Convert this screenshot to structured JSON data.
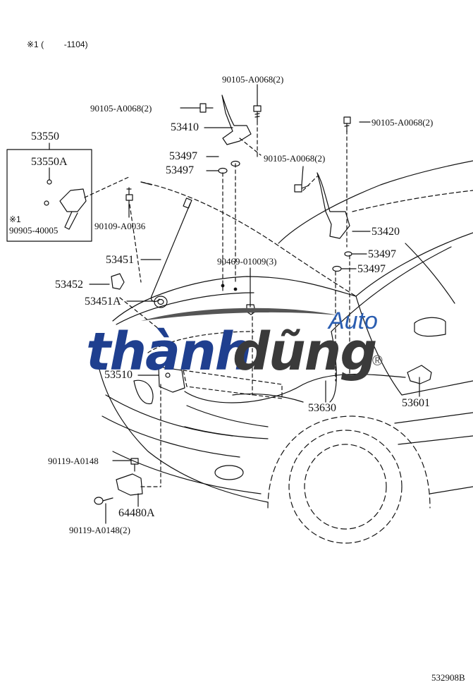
{
  "note": {
    "mark": "※1",
    "paren_open": "(",
    "range": "-1104)"
  },
  "labels": {
    "p_90105_top": "90105-A0068(2)",
    "p_90105_left": "90105-A0068(2)",
    "p_53410": "53410",
    "p_53497_a": "53497",
    "p_53497_b": "53497",
    "p_90105_mid": "90105-A0068(2)",
    "p_90105_right": "90105-A0068(2)",
    "p_53550": "53550",
    "p_53550A": "53550A",
    "p_note_mark": "※1",
    "p_90905": "90905-40005",
    "p_90109": "90109-A0036",
    "p_53420": "53420",
    "p_53497_c": "53497",
    "p_53497_d": "53497",
    "p_53451": "53451",
    "p_90469": "90469-01009(3)",
    "p_53452": "53452",
    "p_53451A": "53451A",
    "p_53510": "53510",
    "p_53630": "53630",
    "p_53601": "53601",
    "p_90119_a": "90119-A0148",
    "p_64480A": "64480A",
    "p_90119_b": "90119-A0148(2)",
    "diagram_code": "532908B"
  },
  "watermark": {
    "part1": "thành",
    "part2": "dũng",
    "auto": "Auto",
    "reg": "®",
    "color_blue": "#1f3f8f",
    "color_dark": "#3a3a3a"
  }
}
